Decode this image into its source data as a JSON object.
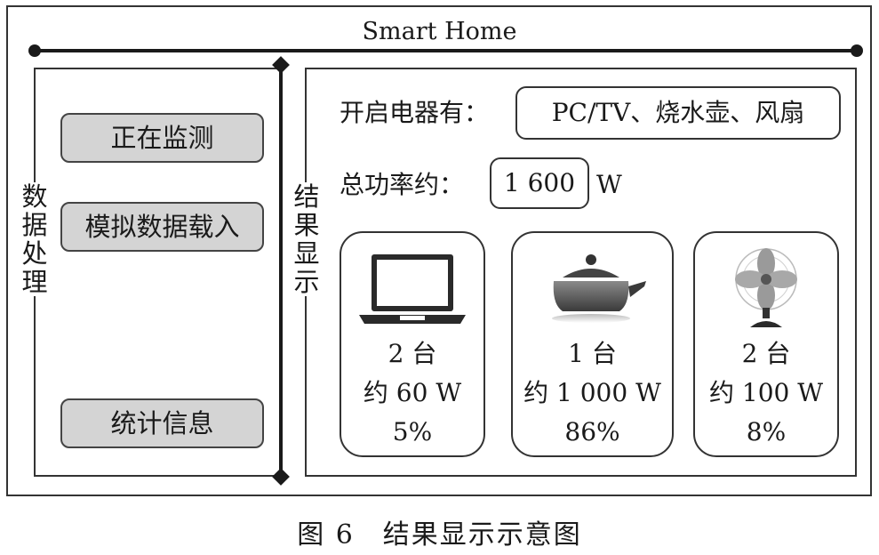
{
  "app": {
    "title": "Smart Home"
  },
  "sidebar": {
    "label": [
      "数",
      "据",
      "处",
      "理"
    ],
    "buttons": {
      "monitoring": "正在监测",
      "simulate_load": "模拟数据载入",
      "statistics": "统计信息"
    }
  },
  "results": {
    "label": [
      "结",
      "果",
      "显",
      "示"
    ],
    "devices_on_label": "开启电器有：",
    "devices_on_value": "PC/TV、烧水壶、风扇",
    "total_power_label": "总功率约：",
    "total_power_value": "1 600",
    "total_power_unit": "W",
    "cards": [
      {
        "icon": "laptop-icon",
        "count": "2 台",
        "power": "约 60 W",
        "percent": "5%",
        "percent_value": 5
      },
      {
        "icon": "kettle-icon",
        "count": "1 台",
        "power": "约 1 000 W",
        "percent": "86%",
        "percent_value": 86
      },
      {
        "icon": "fan-icon",
        "count": "2 台",
        "power": "约 100 W",
        "percent": "8%",
        "percent_value": 8
      }
    ]
  },
  "caption": "图 6　结果显示示意图",
  "colors": {
    "button_fill": "#d4d4d4",
    "line": "#1a1a1a"
  }
}
